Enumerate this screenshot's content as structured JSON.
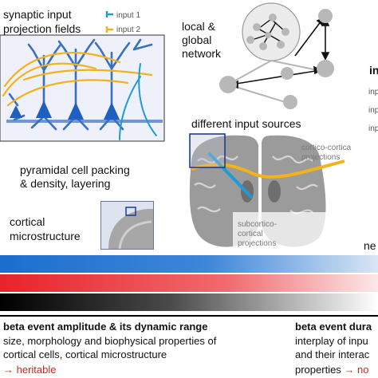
{
  "synaptic": {
    "title_line1": "synaptic input",
    "title_line2": "projection fields",
    "legend": [
      {
        "label": "input 1",
        "color": "#1e9bd7"
      },
      {
        "label": "input 2",
        "color": "#f2b21c"
      }
    ]
  },
  "network": {
    "line1": "local &",
    "line2": "global",
    "line3": "network"
  },
  "pyramidal": {
    "line1": "pyramidal cell packing",
    "line2": "& density, layering"
  },
  "cortical": {
    "line1": "cortical",
    "line2": "microstructure"
  },
  "brain": {
    "title": "different input sources",
    "cortico_line1": "cortico-cortica",
    "cortico_line2": "projections",
    "sub_line1": "subcortico-",
    "sub_line2": "cortical",
    "sub_line3": "projections"
  },
  "right_edge": {
    "ne": "ne",
    "in_top": "in",
    "inp1": "inp",
    "inp2": "inp",
    "inp3": "inp"
  },
  "bars": {
    "blue": "#1a6fcf",
    "red": "#e8232a",
    "black": "#000000"
  },
  "bottom_left": {
    "title": "beta event amplitude & its dynamic range",
    "line2": "size, morphology and biophysical properties of",
    "line3": "cortical cells, cortical microstructure",
    "heritable": "→ heritable"
  },
  "bottom_right": {
    "title": "beta event dura",
    "line2": "interplay of inpu",
    "line3": "and their interac",
    "line4_prefix": "properties",
    "line4_suffix": "→ no"
  }
}
